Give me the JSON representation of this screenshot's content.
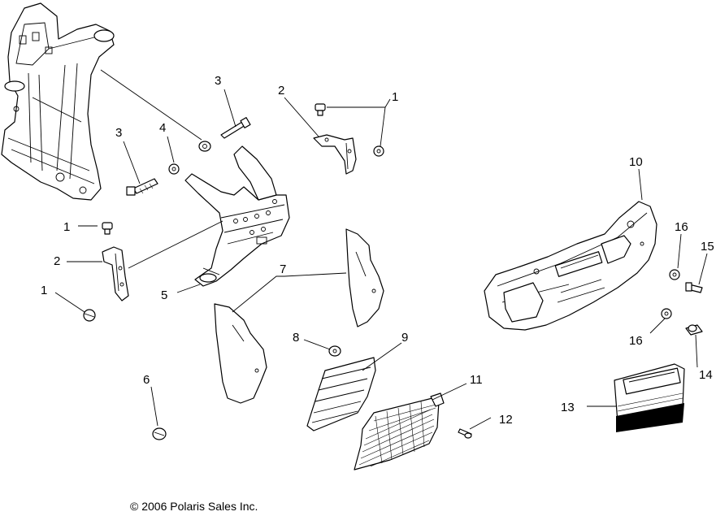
{
  "diagram": {
    "callouts": [
      {
        "id": "c1a",
        "label": "1"
      },
      {
        "id": "c1b",
        "label": "1"
      },
      {
        "id": "c1c",
        "label": "1"
      },
      {
        "id": "c2a",
        "label": "2"
      },
      {
        "id": "c2b",
        "label": "2"
      },
      {
        "id": "c3a",
        "label": "3"
      },
      {
        "id": "c3b",
        "label": "3"
      },
      {
        "id": "c4",
        "label": "4"
      },
      {
        "id": "c5",
        "label": "5"
      },
      {
        "id": "c6",
        "label": "6"
      },
      {
        "id": "c7",
        "label": "7"
      },
      {
        "id": "c8",
        "label": "8"
      },
      {
        "id": "c9",
        "label": "9"
      },
      {
        "id": "c10",
        "label": "10"
      },
      {
        "id": "c11",
        "label": "11"
      },
      {
        "id": "c12",
        "label": "12"
      },
      {
        "id": "c13",
        "label": "13"
      },
      {
        "id": "c14",
        "label": "14"
      },
      {
        "id": "c15",
        "label": "15"
      },
      {
        "id": "c16a",
        "label": "16"
      },
      {
        "id": "c16b",
        "label": "16"
      }
    ],
    "copyright": "© 2006 Polaris Sales Inc."
  }
}
